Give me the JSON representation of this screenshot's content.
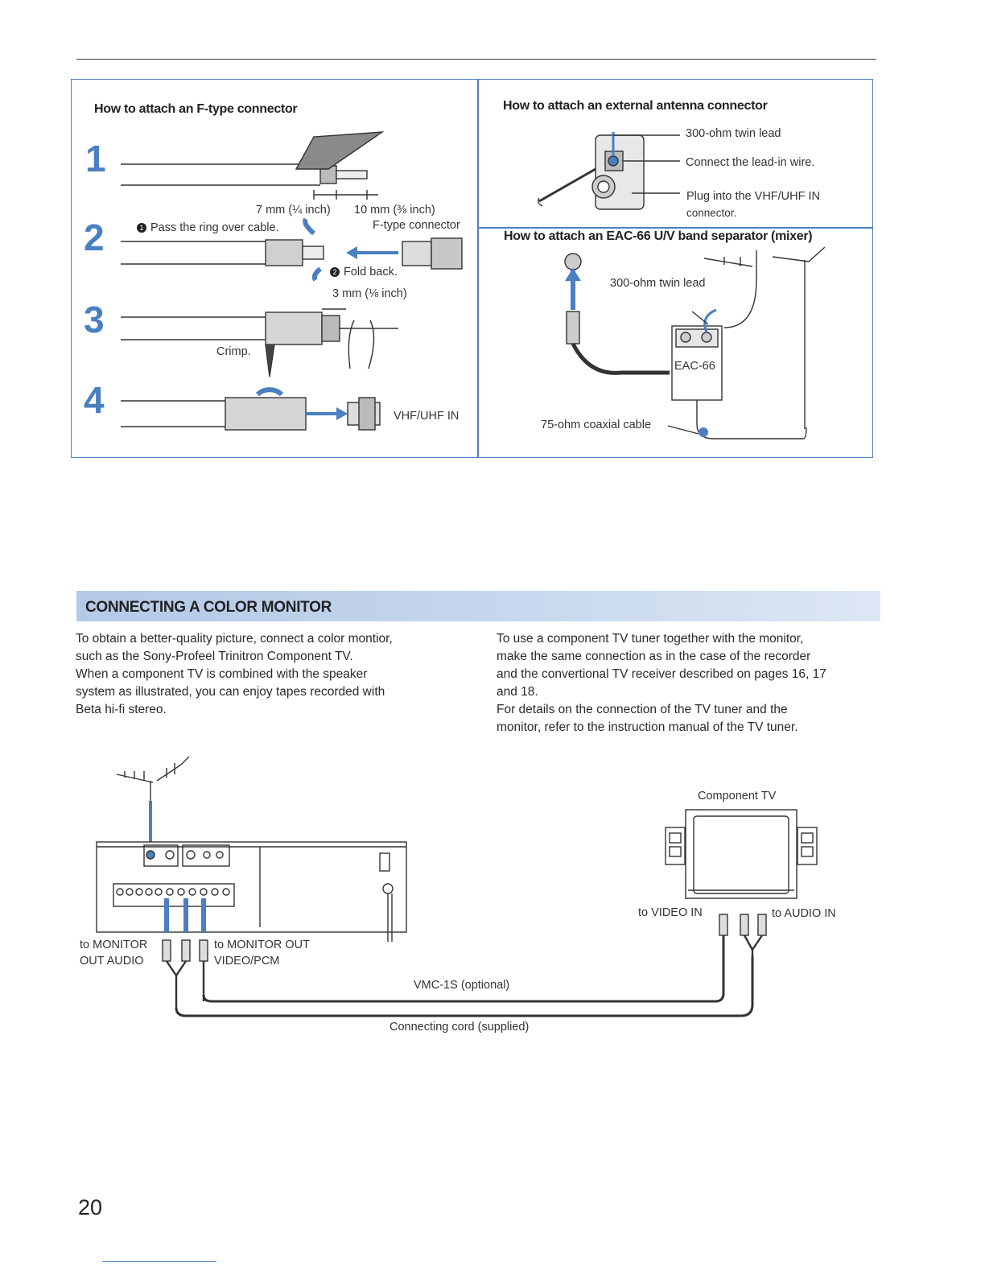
{
  "fttype": {
    "title": "How to attach an F-type connector",
    "steps": [
      "1",
      "2",
      "3",
      "4"
    ],
    "dim_left": "7 mm (¼ inch)",
    "dim_right": "10 mm (⅜ inch)",
    "pass_ring_num": "1",
    "pass_ring": "Pass the ring over cable.",
    "connector_label": "F-type connector",
    "fold_back_num": "2",
    "fold_back": "Fold back.",
    "dim_3mm": "3 mm (⅛ inch)",
    "crimp": "Crimp.",
    "vhfuhf_in": "VHF/UHF IN"
  },
  "external": {
    "title": "How to attach an external antenna connector",
    "twin_lead": "300-ohm twin lead",
    "connect_leadin": "Connect the lead-in wire.",
    "plug_into_1": "Plug into the VHF/UHF IN",
    "plug_into_2": "connector."
  },
  "eac66": {
    "title": "How to attach an EAC-66 U/V band separator (mixer)",
    "twin_lead": "300-ohm twin lead",
    "device": "EAC-66",
    "coaxial": "75-ohm coaxial cable"
  },
  "section": {
    "title": "CONNECTING A COLOR MONITOR",
    "left_para": [
      "To obtain a better-quality picture, connect a color montior,",
      "such as the Sony-Profeel Trinitron Component TV.",
      "When a component TV is combined with the speaker",
      "system as illustrated, you can enjoy tapes recorded with",
      "Beta hi-fi stereo."
    ],
    "right_para": [
      "To use a component TV tuner together with the monitor,",
      "make the same connection as in the case of the recorder",
      "and the convertional TV receiver described on pages 16, 17",
      "and 18.",
      "For details on the connection of the TV tuner and the",
      "monitor, refer to the instruction manual of the TV tuner."
    ]
  },
  "monitor_diagram": {
    "component_tv": "Component TV",
    "to_video_in": "to VIDEO IN",
    "to_audio_in": "to AUDIO IN",
    "to_monitor_out_audio_1": "to MONITOR",
    "to_monitor_out_audio_2": "OUT AUDIO",
    "to_monitor_out_video_1": "to MONITOR OUT",
    "to_monitor_out_video_2": "VIDEO/PCM",
    "vmc": "VMC-1S (optional)",
    "connecting_cord": "Connecting cord (supplied)"
  },
  "page_number": "20",
  "colors": {
    "accent": "#4a7fc1",
    "bar": "#c3d4ec"
  }
}
